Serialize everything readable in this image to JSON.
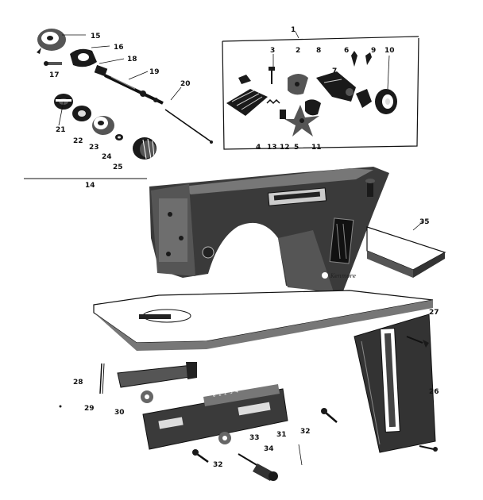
{
  "diagram": {
    "brand_text": "Kenmore",
    "labels": {
      "l1": "1",
      "l3": "3",
      "l4": "4",
      "l5": "5",
      "l6": "6",
      "l7": "7",
      "l8": "8",
      "l9": "9",
      "l10": "10",
      "l11": "11",
      "l12": "12",
      "l13": "13",
      "l14": "14",
      "l15": "15",
      "l16": "16",
      "l17": "17",
      "l18": "18",
      "l19": "19",
      "l20": "20",
      "l21": "21",
      "l22": "22",
      "l23": "23",
      "l24": "24",
      "l25": "25",
      "l26": "26",
      "l27": "27",
      "l28": "28",
      "l29": "29",
      "l30": "30",
      "l31": "31",
      "l32a": "32",
      "l32b": "32",
      "l33": "33",
      "l34": "34",
      "l35": "35",
      "l2": "2"
    }
  }
}
